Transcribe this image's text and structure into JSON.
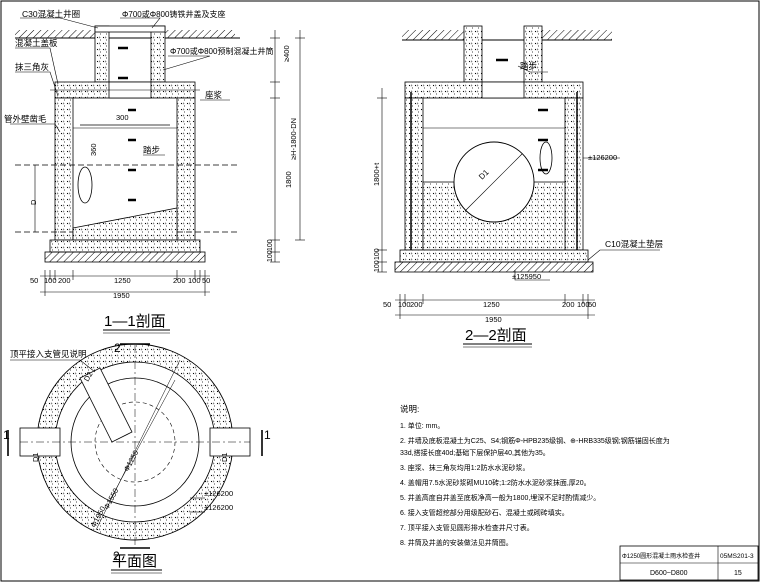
{
  "section_1": {
    "title": "1—1剖面",
    "labels": {
      "top_slab": "C30混凝土井圈",
      "cover": "Φ700或Φ800铸铁井盖及支座",
      "precast_pipe": "Φ700或Φ800预制混凝土井筒",
      "roof_slab": "混凝土盖板",
      "fillet": "抹三角灰",
      "seal": "管外壁凿毛",
      "bench": "座浆",
      "step": "踏步",
      "slab_300": "300",
      "open_360": "360"
    },
    "vertical_dims": [
      "≥400",
      "≥H-1800-DN",
      "1800",
      "100",
      "100"
    ],
    "bottom_dims": [
      "50",
      "100",
      "200",
      "1250",
      "200",
      "100",
      "50"
    ],
    "total_dim": "1950",
    "left_mark": "D"
  },
  "section_2": {
    "title": "2—2剖面",
    "labels": {
      "step": "踏步",
      "dn": "D1",
      "elev1": "±126200",
      "elev2": "±125950",
      "cushion": "C10混凝土垫层"
    },
    "vertical_dims": [
      "1800+t",
      "100",
      "100"
    ],
    "bottom_dims": [
      "50",
      "100",
      "200",
      "1250",
      "200",
      "100",
      "50"
    ],
    "total_dim": "1950"
  },
  "plan": {
    "title": "平面图",
    "note_label": "顶平接入支管见说明",
    "section_marks": [
      "1",
      "1",
      "2",
      "2"
    ],
    "dims": [
      "Φ1250",
      "Φ1550",
      "Φ1950"
    ],
    "elev1": "±126200",
    "elev2": "±126200",
    "pipe_labels": [
      "D1",
      "D2",
      "D1"
    ]
  },
  "notes": {
    "heading": "说明:",
    "items": [
      "1. 单位: mm。",
      "2. 井墙及底板混凝土为C25、S4;钢筋Φ-HPB235级钢、⊕-HRB335级钢;钢筋锚固长度为",
      "33d,搭接长度40d;基础下层保护层40,其他为35。",
      "3. 座浆、抹三角灰均用1:2防水水泥砂浆。",
      "4. 盖帽用7.5水泥砂浆砌MU10砖;1:2防水水泥砂浆抹面,厚20。",
      "5. 井盖高度自井盖至底板净高一般为1800,埋深不足时酌情减少。",
      "6. 接入支管超挖部分用级配砂石、混凝土或砌砖填实。",
      "7. 顶平接入支管见圆形排水检查井尺寸表。",
      "8. 井筒及井盖的安装做法见井筒图。"
    ]
  },
  "title_block": {
    "drawing_name": "Φ1250圆形混凝土雨水检查井",
    "code": "05MS201-3",
    "subtitle": "D600~D800",
    "page": "15"
  },
  "colors": {
    "line": "#000000",
    "background": "#ffffff"
  }
}
